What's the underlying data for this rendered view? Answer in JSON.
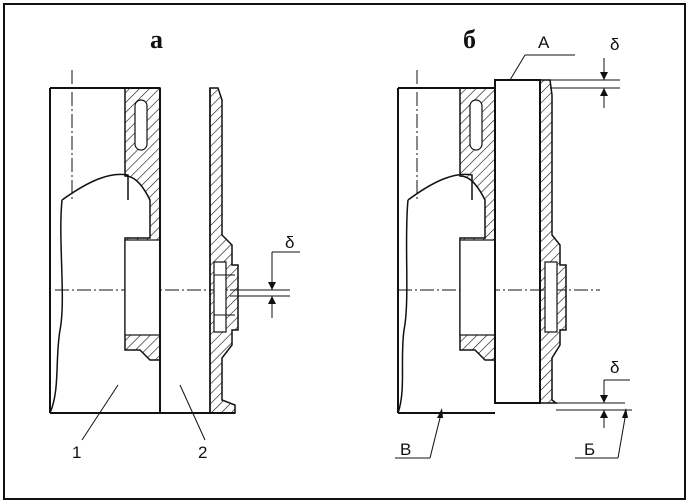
{
  "figure": {
    "panel_a_label": "а",
    "panel_b_label": "б",
    "callout_1": "1",
    "callout_2": "2",
    "delta_a": "δ",
    "delta_b_top": "δ",
    "delta_b_bottom": "δ",
    "label_A": "А",
    "label_B": "Б",
    "label_V": "В"
  }
}
